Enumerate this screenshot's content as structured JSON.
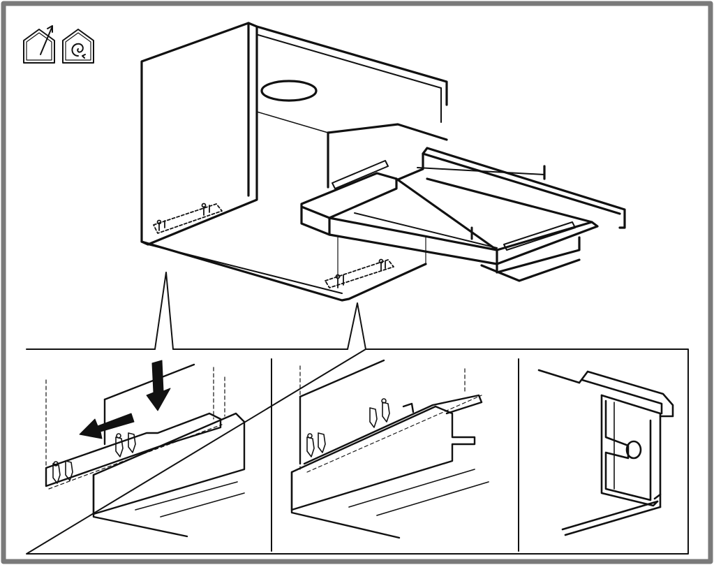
{
  "figure": {
    "kind": "installation-instructions-illustration",
    "frame_color": "#7a7a7a",
    "line_color": "#111111",
    "background": "#ffffff"
  },
  "icons": [
    {
      "name": "house-ducted-extraction-icon"
    },
    {
      "name": "house-recirculation-icon"
    }
  ],
  "panels": [
    {
      "name": "detail-panel-hook-mounting"
    },
    {
      "name": "detail-panel-hooks-engaged"
    },
    {
      "name": "detail-panel-bracket-closeup"
    }
  ]
}
